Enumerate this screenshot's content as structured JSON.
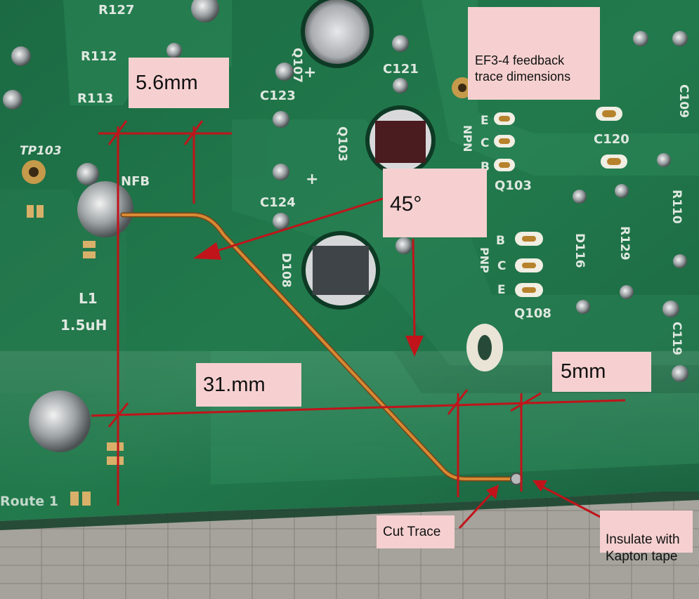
{
  "annotations": {
    "title": "EF3-4 feedback\ntrace dimensions",
    "dim_5_6": "5.6mm",
    "angle": "45°",
    "dim_31": "31.mm",
    "dim_5": "5mm",
    "cut_trace": "Cut Trace",
    "insulate": "Insulate with\nKapton tape"
  },
  "silkscreen": {
    "r127": "R127",
    "r112": "R112",
    "r113": "R113",
    "tp103": "TP103",
    "nfb": "NFB",
    "q107": "Q107",
    "c121": "C121",
    "c123": "C123",
    "c124": "C124",
    "q103_v": "Q103",
    "d108": "D108",
    "npn": "NPN",
    "e1": "E",
    "c1": "C",
    "b1": "B",
    "q103": "Q103",
    "c120": "C120",
    "r110": "R110",
    "r129": "R129",
    "d116": "D116",
    "pnp": "PNP",
    "b2": "B",
    "c2": "C",
    "e2": "E",
    "q108": "Q108",
    "c119": "C119",
    "c109": "C109",
    "l1": "L1",
    "l1_val": "1.5uH",
    "route": "Route 1",
    "plus1": "+",
    "plus2": "+"
  },
  "colors": {
    "pcb": "#1e6b45",
    "pcb_light": "#2f8a5a",
    "trace_wire": "#c8792a",
    "dimension_red": "#c0141a",
    "label_bg": "#f6d0d0"
  }
}
